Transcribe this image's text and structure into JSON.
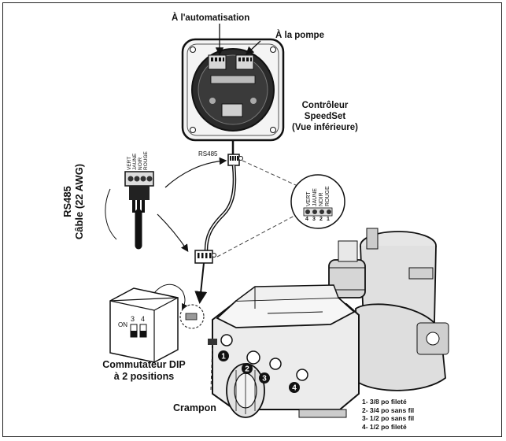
{
  "labels": {
    "automation": "À l'automatisation",
    "pump": "À la pompe",
    "controller_line1": "Contrôleur",
    "controller_line2": "SpeedSet",
    "controller_line3": "(Vue inférieure)",
    "rs485_small": "RS485",
    "cable_line1": "RS485",
    "cable_line2": "Câble (22 AWG)",
    "dip_line1": "Commutateur DIP",
    "dip_line2": "à 2 positions",
    "clamp": "Crampon",
    "dip_on": "ON",
    "dip_3": "3",
    "dip_4": "4"
  },
  "wires": [
    "VERT",
    "JAUNE",
    "NOIR",
    "ROUGE"
  ],
  "pins": [
    "4",
    "3",
    "2",
    "1"
  ],
  "port_numbers": [
    "1",
    "2",
    "3",
    "4"
  ],
  "legend": [
    "1- 3/8 po fileté",
    "2- 3/4 po sans fil",
    "3- 1/2 po sans fil",
    "4- 1/2 po fileté"
  ]
}
